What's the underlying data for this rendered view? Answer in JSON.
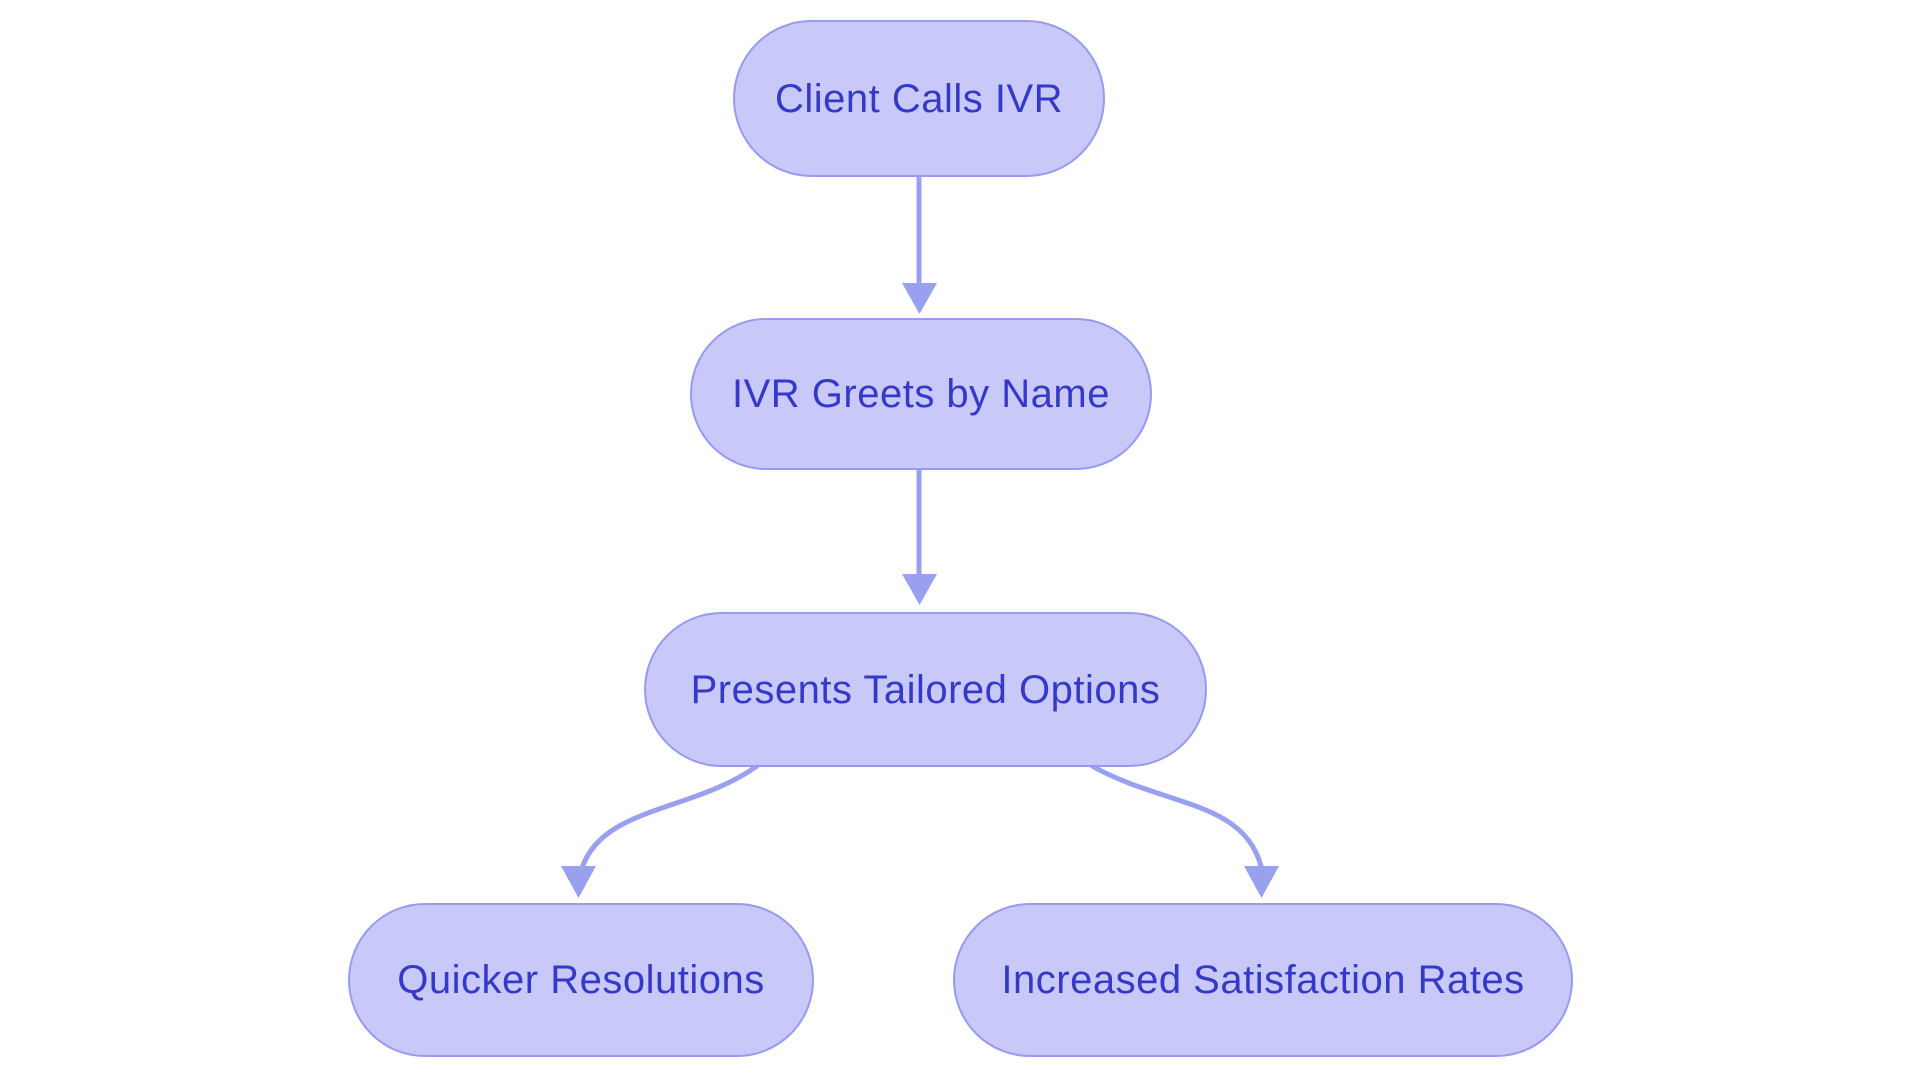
{
  "diagram": {
    "type": "flowchart",
    "direction": "top-down",
    "colors": {
      "background": "#ffffff",
      "node_fill": "#c8c9f8",
      "node_border": "#969bef",
      "text": "#3539c8",
      "arrow": "#99a0f0"
    },
    "nodes": [
      {
        "id": "client-calls-ivr",
        "label": "Client Calls IVR"
      },
      {
        "id": "ivr-greets-by-name",
        "label": "IVR Greets by Name"
      },
      {
        "id": "presents-tailored-options",
        "label": "Presents Tailored Options"
      },
      {
        "id": "quicker-resolutions",
        "label": "Quicker Resolutions"
      },
      {
        "id": "increased-satisfaction-rates",
        "label": "Increased Satisfaction Rates"
      }
    ],
    "edges": [
      {
        "from": "client-calls-ivr",
        "to": "ivr-greets-by-name"
      },
      {
        "from": "ivr-greets-by-name",
        "to": "presents-tailored-options"
      },
      {
        "from": "presents-tailored-options",
        "to": "quicker-resolutions"
      },
      {
        "from": "presents-tailored-options",
        "to": "increased-satisfaction-rates"
      }
    ]
  }
}
